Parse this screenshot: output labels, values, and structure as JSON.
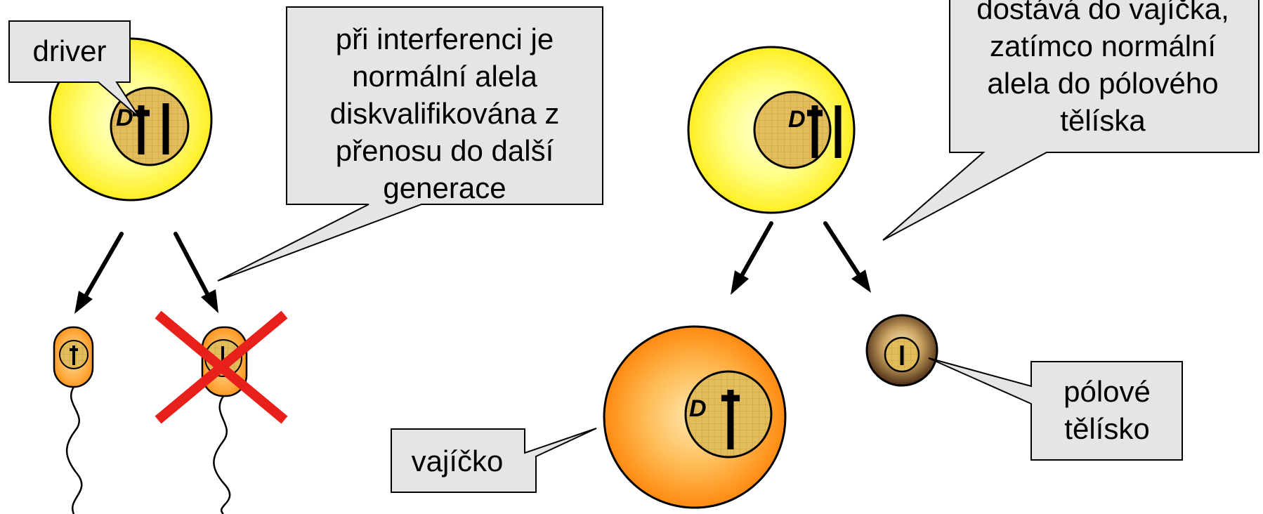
{
  "callouts": {
    "driver": "driver",
    "interference": [
      "při interferenci je",
      "normální alela",
      "diskvalifikována z",
      "přenosu do další",
      "generace"
    ],
    "meiosis": [
      "dostává do vajíčka,",
      "zatímco normální",
      "alela do pólového",
      "tělíska"
    ],
    "egg": "vajíčko",
    "polar_body": [
      "pólové",
      "tělísko"
    ]
  },
  "chromosome_label": "D",
  "colors": {
    "cell_yellow": "#ffff44",
    "cell_yellow_light": "#ffffcc",
    "nucleus": "#e6c060",
    "egg_orange": "#ff9a1e",
    "polar_brown": "#5a3a20",
    "cross_red": "#e8201c",
    "callout_fill": "#e5e5e5"
  },
  "icons": [
    "cell-icon",
    "nucleus-icon",
    "sperm-icon",
    "cross-icon",
    "egg-icon",
    "polar-body-icon",
    "arrow-icon"
  ]
}
